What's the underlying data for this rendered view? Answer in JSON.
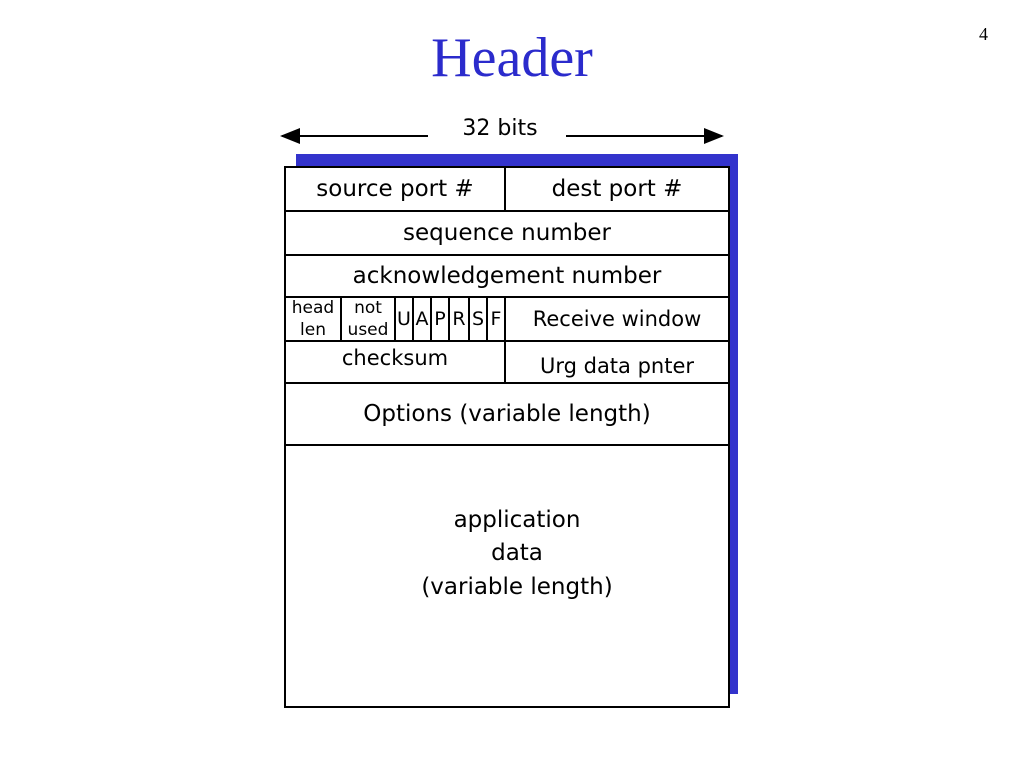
{
  "slide": {
    "number": "4",
    "title": "Header"
  },
  "header_diagram": {
    "width_label": "32 bits",
    "row1": {
      "left": "source port #",
      "right": "dest port #"
    },
    "row2": "sequence number",
    "row3": "acknowledgement number",
    "row4": {
      "head_len": "head len",
      "not_used": "not used",
      "flags": [
        "U",
        "A",
        "P",
        "R",
        "S",
        "F"
      ],
      "receive_window": "Receive window"
    },
    "row5": {
      "checksum": "checksum",
      "urg_pointer": "Urg data pnter"
    },
    "row6": "Options (variable length)",
    "data_lines": [
      "application",
      "data",
      "(variable length)"
    ]
  },
  "colors": {
    "title": "#2b2bcc",
    "shadow": "#3333cc"
  }
}
